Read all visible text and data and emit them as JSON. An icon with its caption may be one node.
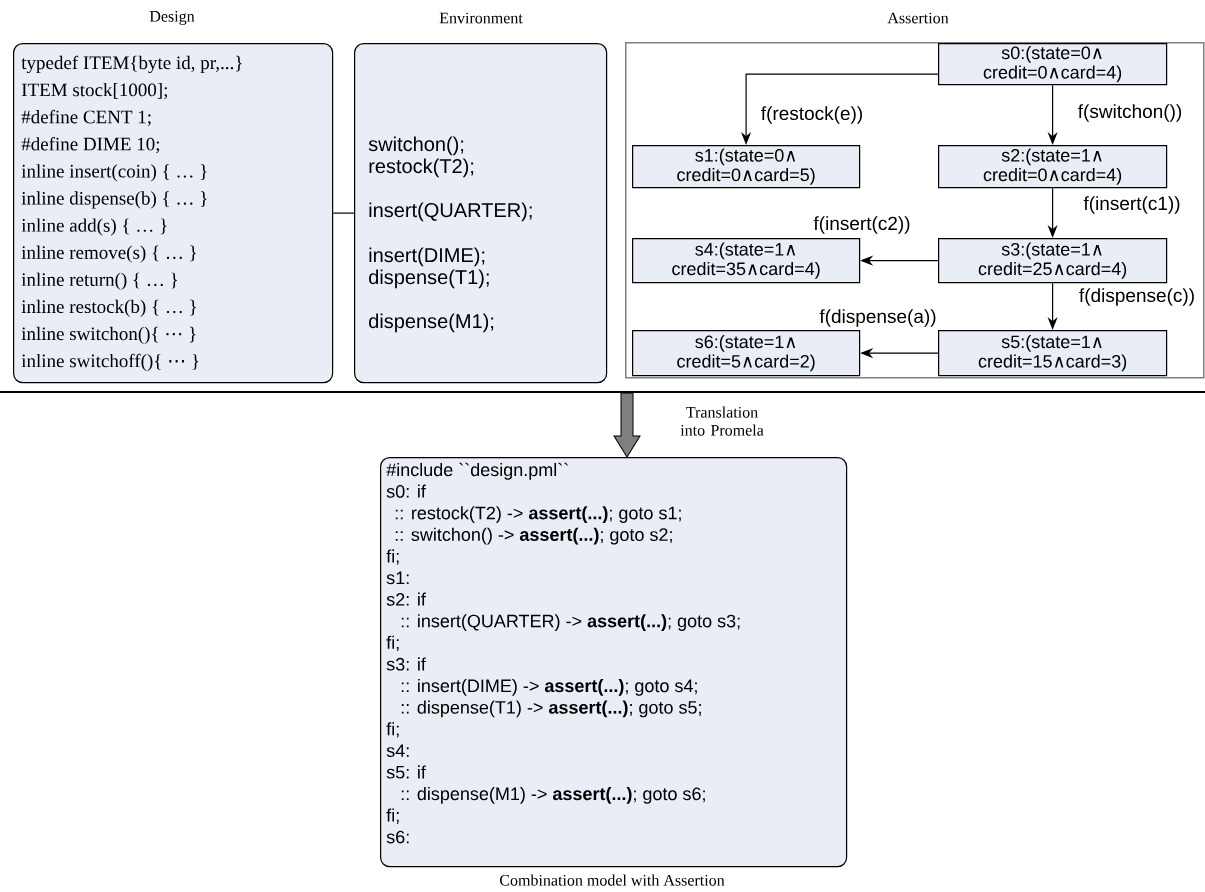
{
  "diagram": {
    "nodes": [
      {
        "text": [
          "Design",
          "typedef ITEM{byte id, pr,...}",
          "ITEM stock[1000];",
          "#define CENT 1;",
          "#define DIME 10;",
          "inline insert(coin) { … }",
          "inline dispense(b) { … }",
          "inline add(s) { … }",
          "inline remove(s) { … }",
          "inline return() { … }",
          "inline restock(b) { … }",
          "inline switchon(){ ⋯ }",
          "inline switchoff(){ ⋯ }"
        ]
      },
      {
        "text": [
          "Environment",
          "switchon();",
          "restock(T2);",
          "insert(QUARTER);",
          "insert(DIME);",
          "dispense(T1);",
          "dispense(M1);"
        ]
      },
      {
        "text": [
          "Assertion"
        ]
      },
      {
        "text": [
          "s0:(state=0∧ credit=0∧card=4)"
        ],
        "in": 2
      },
      {
        "text": [
          "s1:(state=0∧ credit=0∧card=5)"
        ],
        "in": 2
      },
      {
        "text": [
          "s2:(state=1∧ credit=0∧card=4)"
        ],
        "in": 2
      },
      {
        "text": [
          "s3:(state=1∧ credit=25∧card=4)"
        ],
        "in": 2
      },
      {
        "text": [
          "s4:(state=1∧ credit=35∧card=4)"
        ],
        "in": 2
      },
      {
        "text": [
          "s5:(state=1∧ credit=15∧card=3)"
        ],
        "in": 2
      },
      {
        "text": [
          "s6:(state=1∧ credit=5∧card=2)"
        ],
        "in": 2
      },
      {
        "text": [
          "Combination model with Assertion",
          "#include ``design.pml``",
          "s0: if",
          ":: restock(T2) -> **assert(...)**; goto s1;",
          ":: switchon() -> **assert(...)**; goto s2;",
          "fi;",
          "s1:",
          "s2: if",
          ":: insert(QUARTER) -> **assert(...)**; goto s3;",
          "fi;",
          "s3: if",
          ":: insert(DIME) -> **assert(...)**; goto s4;",
          ":: dispense(T1) -> **assert(...)**; goto s5;",
          "fi;",
          "s4:",
          "s5: if",
          ":: dispense(M1) -> **assert(...)**; goto s6;",
          "fi;",
          "s6:"
        ]
      }
    ],
    "edges": [
      {
        "from": 0,
        "to": 1,
        "arrow": "none"
      },
      {
        "from": 3,
        "to": 4,
        "arrow": "to",
        "label": "f(restock(e))"
      },
      {
        "from": 3,
        "to": 5,
        "arrow": "to",
        "label": "f(switchon())"
      },
      {
        "from": 5,
        "to": 6,
        "arrow": "to",
        "label": "f(insert(c1))"
      },
      {
        "from": 6,
        "to": 7,
        "arrow": "to",
        "label": "f(insert(c2))"
      },
      {
        "from": 6,
        "to": 8,
        "arrow": "to",
        "label": "f(dispense(c))"
      },
      {
        "from": 8,
        "to": 9,
        "arrow": "to",
        "label": "f(dispense(a))"
      },
      {
        "from": null,
        "to": 10,
        "arrow": "to",
        "label": "Translation into Promela",
        "style": "thick",
        "color": "#7f7f7f"
      }
    ]
  }
}
